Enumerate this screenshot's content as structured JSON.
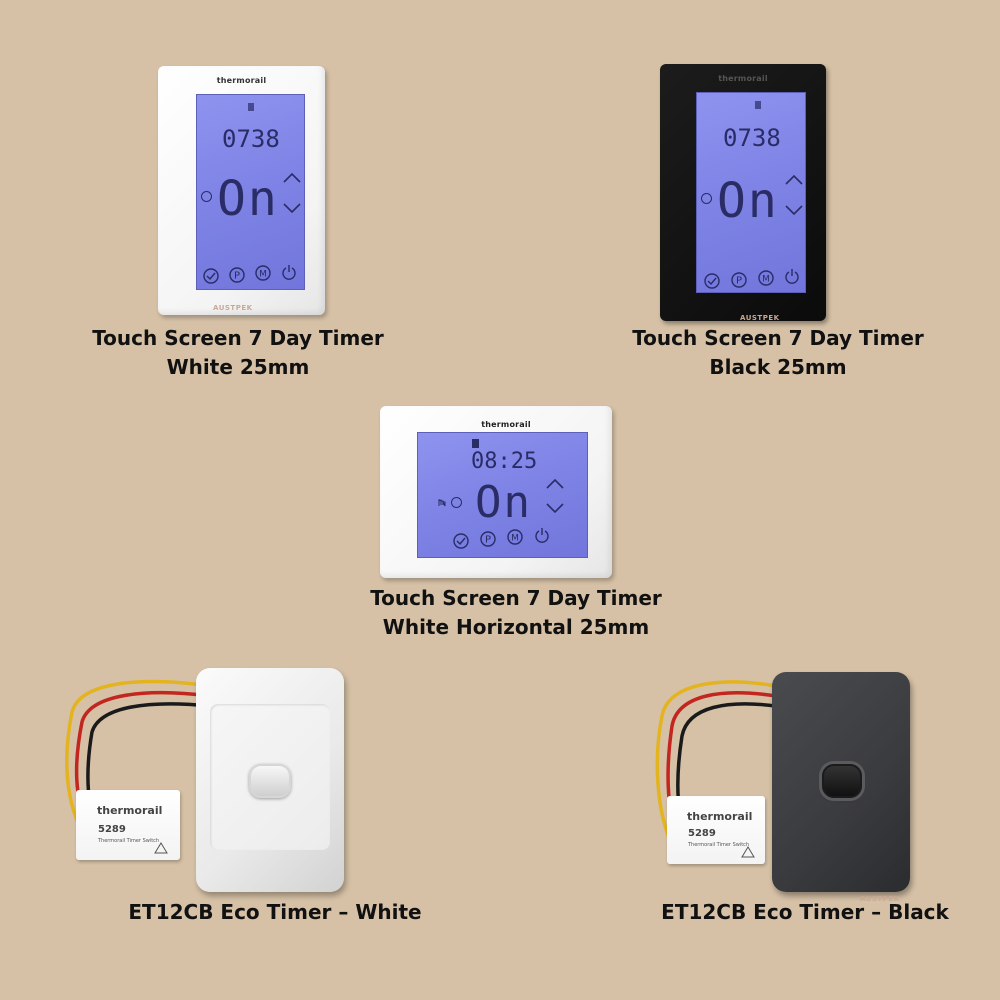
{
  "products": [
    {
      "id": "white-vertical",
      "caption_line1": "Touch Screen 7 Day Timer",
      "caption_line2": "White 25mm",
      "brand": "thermorail",
      "time": "0738",
      "mode": "On",
      "watermark": "AUSTPEK"
    },
    {
      "id": "black-vertical",
      "caption_line1": "Touch Screen 7 Day Timer",
      "caption_line2": "Black 25mm",
      "brand": "thermorail",
      "time": "0738",
      "mode": "On",
      "watermark": "AUSTPEK"
    },
    {
      "id": "white-horizontal",
      "caption_line1": "Touch Screen 7 Day Timer",
      "caption_line2": "White Horizontal 25mm",
      "brand": "thermorail",
      "time": "08:25",
      "mode": "On"
    },
    {
      "id": "eco-white",
      "caption": "ET12CB Eco Timer – White",
      "relay_brand": "thermorail",
      "relay_model": "5289",
      "relay_label": "Thermorail Timer Switch"
    },
    {
      "id": "eco-black",
      "caption": "ET12CB Eco Timer – Black",
      "relay_brand": "thermorail",
      "relay_model": "5289",
      "relay_label": "Thermorail Timer Switch",
      "watermark": "AUSTPEK"
    }
  ],
  "buttons": {
    "confirm": "✓",
    "program": "P",
    "mode": "M",
    "power": "⏻"
  },
  "colors": {
    "background": "#d6c1a6",
    "screen": "#8388e8",
    "segment": "#2a2c66"
  }
}
